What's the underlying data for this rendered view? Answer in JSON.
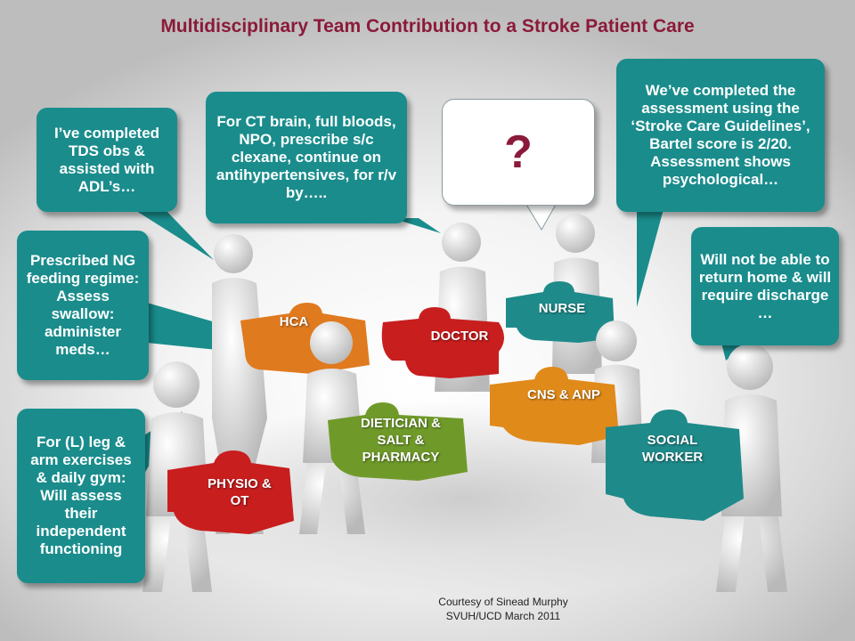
{
  "title": "Multidisciplinary Team Contribution to a Stroke Patient Care",
  "question_mark": "?",
  "bubbles": {
    "hca": "I’ve completed TDS obs & assisted with ADL’s…",
    "doctor": "For CT brain, full bloods,  NPO, prescribe s/c clexane, continue on antihypertensives, for r/v by…..",
    "cns": "We’ve completed the assessment using the ‘Stroke Care Guidelines’, Bartel score is 2/20. Assessment shows psychological…",
    "dietician": "Prescribed NG feeding regime: Assess swallow: administer meds…",
    "social": "Will not be able to return home & will require discharge …",
    "physio": "For (L) leg & arm exercises & daily gym: Will assess their independent functioning"
  },
  "pieces": {
    "hca": "HCA",
    "doctor": "DOCTOR",
    "nurse": "NURSE",
    "cns": "CNS & ANP",
    "dietician": "DIETICIAN & SALT & PHARMACY",
    "social": "SOCIAL WORKER",
    "physio": "PHYSIO & OT"
  },
  "credit": {
    "line1": "Courtesy of Sinead Murphy",
    "line2": "SVUH/UCD March 2011"
  },
  "colors": {
    "title": "#8b1a3a",
    "bubble": "#1a8c8c",
    "hca_piece": "#e07a1f",
    "doctor_piece": "#c81e1e",
    "nurse_piece": "#1f8a8a",
    "cns_piece": "#e08a1a",
    "dietician_piece": "#6f9a2a",
    "social_piece": "#1f8a8a",
    "physio_piece": "#c81e1e",
    "figure": "#e6e6e6"
  }
}
